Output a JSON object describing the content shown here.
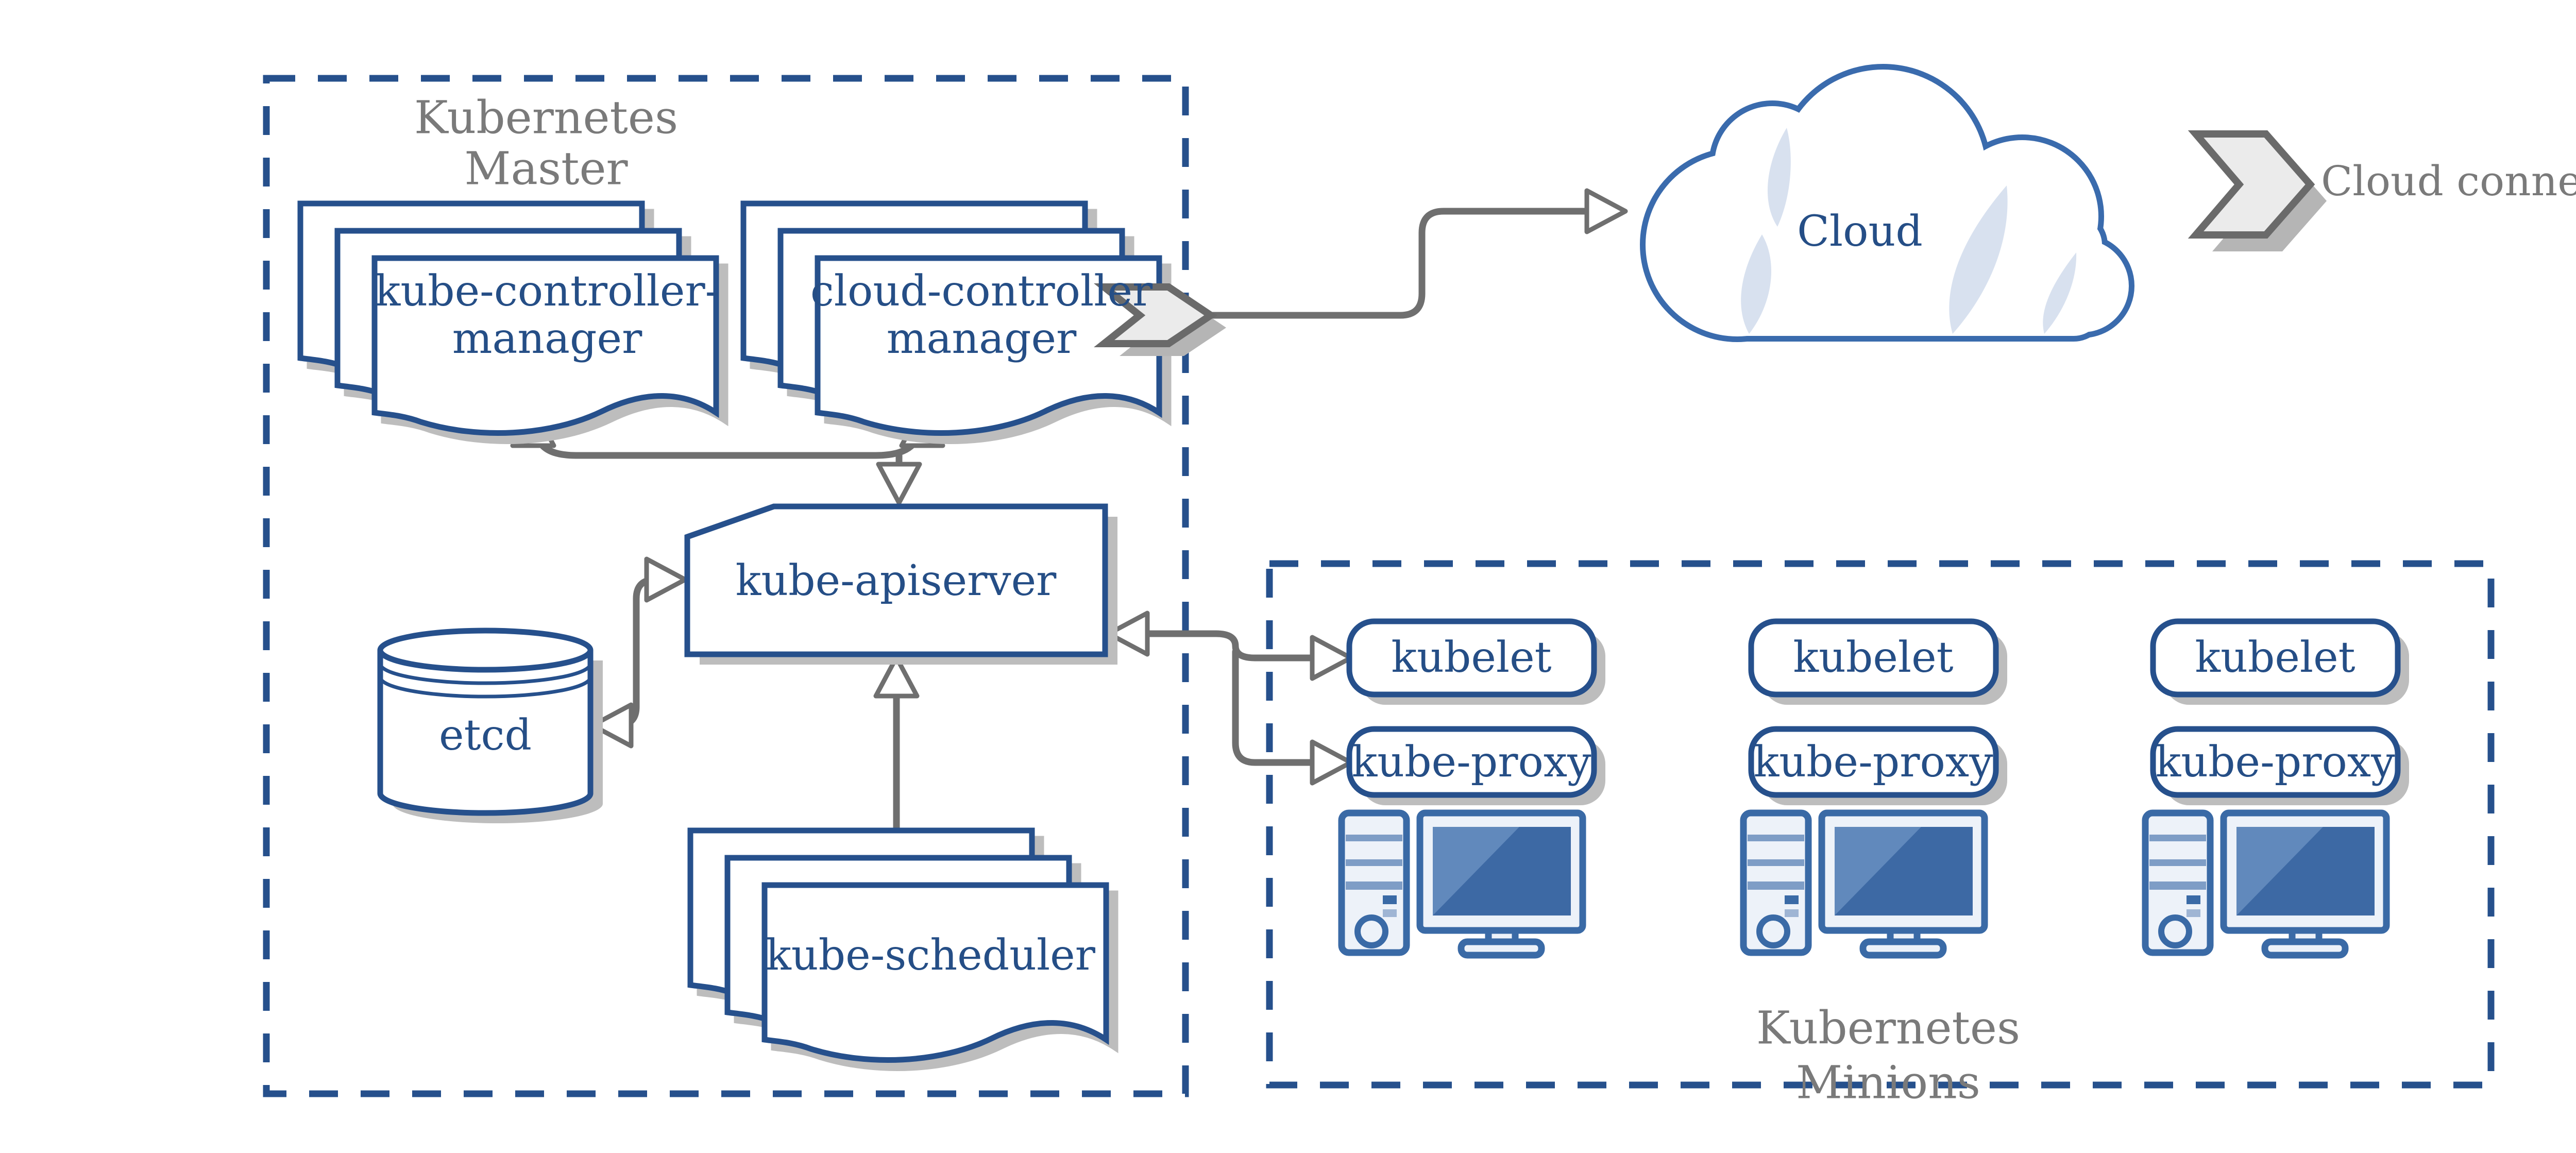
{
  "colors": {
    "blueB": "#26508C",
    "blueText": "#254E86",
    "grayText": "#7A7A7A",
    "gray": "#6F6F6F",
    "shadow": "#BDBDBD",
    "chevF": "#EBEBEB",
    "chevS": "#6A6A6A",
    "chevSh": "#B5B5B5",
    "pcBlue": "#3A6AA6",
    "pcFill": "#EDF2F9",
    "screen": "#3D69A4",
    "screenHi": "#6189BC",
    "stripe": "#7E9DC6",
    "sqLight": "#9FB5D4",
    "cloudStroke": "#3A6BAD",
    "crescent": "#D8E1EF"
  },
  "master": {
    "title": {
      "line1": "Kubernetes",
      "line2": "Master"
    },
    "kube_controller_manager": {
      "line1": "kube-controller-",
      "line2": "manager"
    },
    "cloud_controller_manager": {
      "line1": "cloud-controller",
      "line2": "manager"
    },
    "kube_apiserver": "kube-apiserver",
    "etcd": "etcd",
    "kube_scheduler": "kube-scheduler"
  },
  "cloud": {
    "label": "Cloud"
  },
  "legend": {
    "cloud_connector": "Cloud connector"
  },
  "minions": {
    "title": {
      "line1": "Kubernetes",
      "line2": "Minions"
    },
    "nodes": [
      {
        "kubelet": "kubelet",
        "kube_proxy": "kube-proxy"
      },
      {
        "kubelet": "kubelet",
        "kube_proxy": "kube-proxy"
      },
      {
        "kubelet": "kubelet",
        "kube_proxy": "kube-proxy"
      }
    ]
  }
}
